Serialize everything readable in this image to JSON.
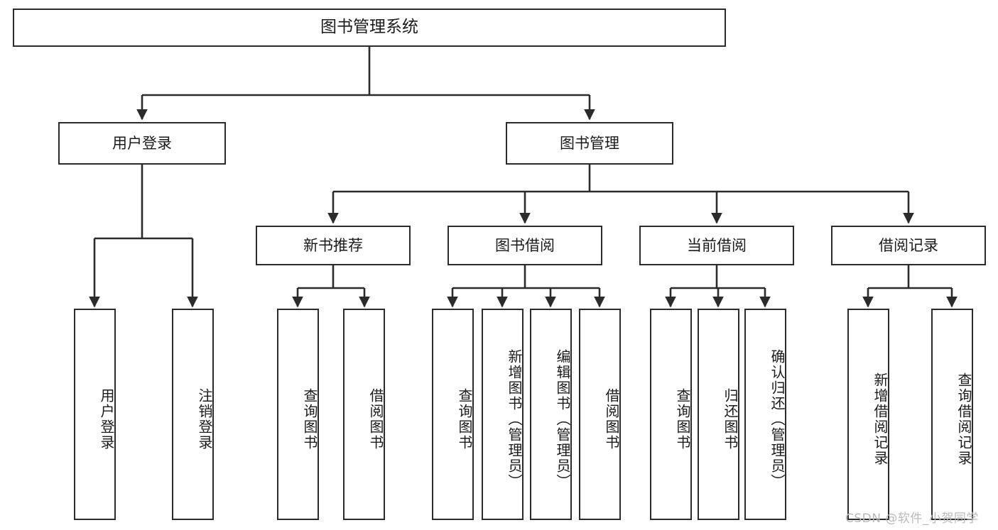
{
  "diagram": {
    "title": "图书管理系统",
    "type": "hierarchy-tree",
    "watermark": "CSDN @软件_小贺同学",
    "colors": {
      "box_border": "#2b2b2b",
      "box_fill": "#ffffff",
      "connector": "#2b2b2b",
      "text": "#1b1b1b",
      "watermark": "#b9b9b9",
      "background": "#ffffff"
    },
    "root": {
      "label": "图书管理系统"
    },
    "level1": [
      {
        "label": "用户登录"
      },
      {
        "label": "图书管理"
      }
    ],
    "level2": [
      {
        "label": "新书推荐"
      },
      {
        "label": "图书借阅"
      },
      {
        "label": "当前借阅"
      },
      {
        "label": "借阅记录"
      }
    ],
    "leaves": {
      "user_login": [
        {
          "label": "用户登录"
        },
        {
          "label": "注销登录"
        }
      ],
      "new_book_recommend": [
        {
          "label": "查询图书"
        },
        {
          "label": "借阅图书"
        }
      ],
      "book_borrow": [
        {
          "label": "查询图书"
        },
        {
          "label": "新增图书（管理员）"
        },
        {
          "label": "编辑图书（管理员）"
        },
        {
          "label": "借阅图书"
        }
      ],
      "current_borrow": [
        {
          "label": "查询图书"
        },
        {
          "label": "归还图书"
        },
        {
          "label": "确认归还（管理员）"
        }
      ],
      "borrow_record": [
        {
          "label": "新增借阅记录"
        },
        {
          "label": "查询借阅记录"
        }
      ]
    }
  }
}
